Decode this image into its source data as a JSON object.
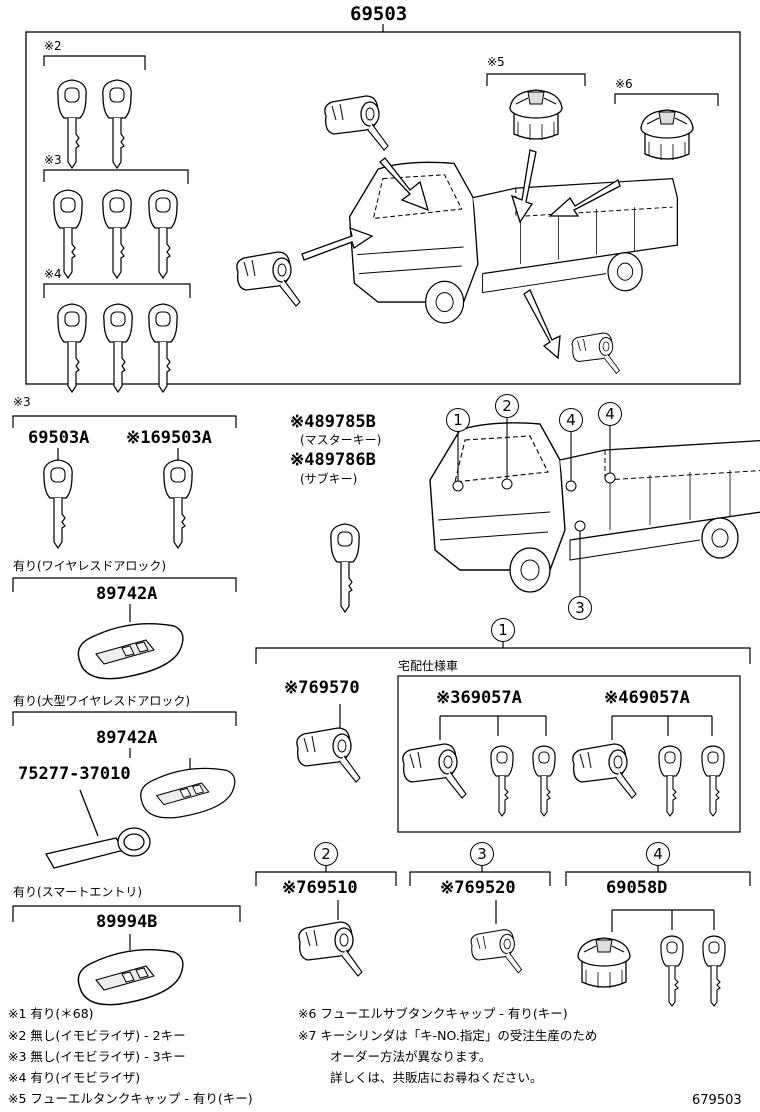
{
  "header": {
    "assembly_no": "69503"
  },
  "kit": {
    "group2_mark": "※2",
    "group3_mark": "※3",
    "group4_mark": "※4",
    "cap5_mark": "※5",
    "cap6_mark": "※6"
  },
  "left": {
    "section_mark": "※3",
    "key1_no": "69503A",
    "key2_no": "※169503A",
    "wireless_label": "有り(ワイヤレスドアロック)",
    "wireless_no": "89742A",
    "large_wireless_label": "有り(大型ワイヤレスドアロック)",
    "large_wireless_no": "89742A",
    "tag_no": "75277-37010",
    "smart_label": "有り(スマートエントリ)",
    "smart_no": "89994B"
  },
  "master": {
    "no1": "※489785B",
    "label1": "(マスターキー)",
    "no2": "※489786B",
    "label2": "(サブキー)"
  },
  "truck_callouts": [
    "1",
    "2",
    "4",
    "4",
    "3"
  ],
  "section1": {
    "num": "1",
    "part_no": "※769570",
    "delivery_label": "宅配仕様車",
    "sub_a": "※369057A",
    "sub_b": "※469057A"
  },
  "section2": {
    "num": "2",
    "part_no": "※769510"
  },
  "section3": {
    "num": "3",
    "part_no": "※769520"
  },
  "section4": {
    "num": "4",
    "part_no": "69058D"
  },
  "notes_left": [
    "※1 有り(＊68)",
    "※2 無し(イモビライザ) - 2キー",
    "※3 無し(イモビライザ) - 3キー",
    "※4 有り(イモビライザ)",
    "※5 フューエルタンクキャップ - 有り(キー)"
  ],
  "notes_right": [
    "※6 フューエルサブタンクキャップ - 有り(キー)",
    "※7 キーシリンダは「キ-NO.指定」の受注生産のため",
    "オーダー方法が異なります。",
    "詳しくは、共販店にお尋ねください。"
  ],
  "figure_no": "679503"
}
